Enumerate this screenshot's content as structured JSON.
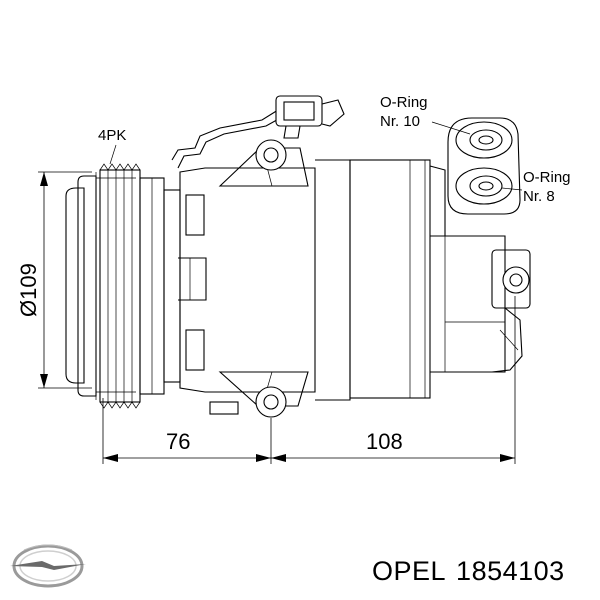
{
  "labels": {
    "belt": "4PK",
    "oring_top_line1": "O-Ring",
    "oring_top_line2": "Nr. 10",
    "oring_right_line1": "O-Ring",
    "oring_right_line2": "Nr. 8"
  },
  "dimensions": {
    "diameter": "Ø109",
    "length_left": "76",
    "length_right": "108"
  },
  "caption": {
    "brand": "OPEL",
    "part_number": "1854103"
  },
  "icons": {
    "logo": "opel-blitz-logo"
  }
}
